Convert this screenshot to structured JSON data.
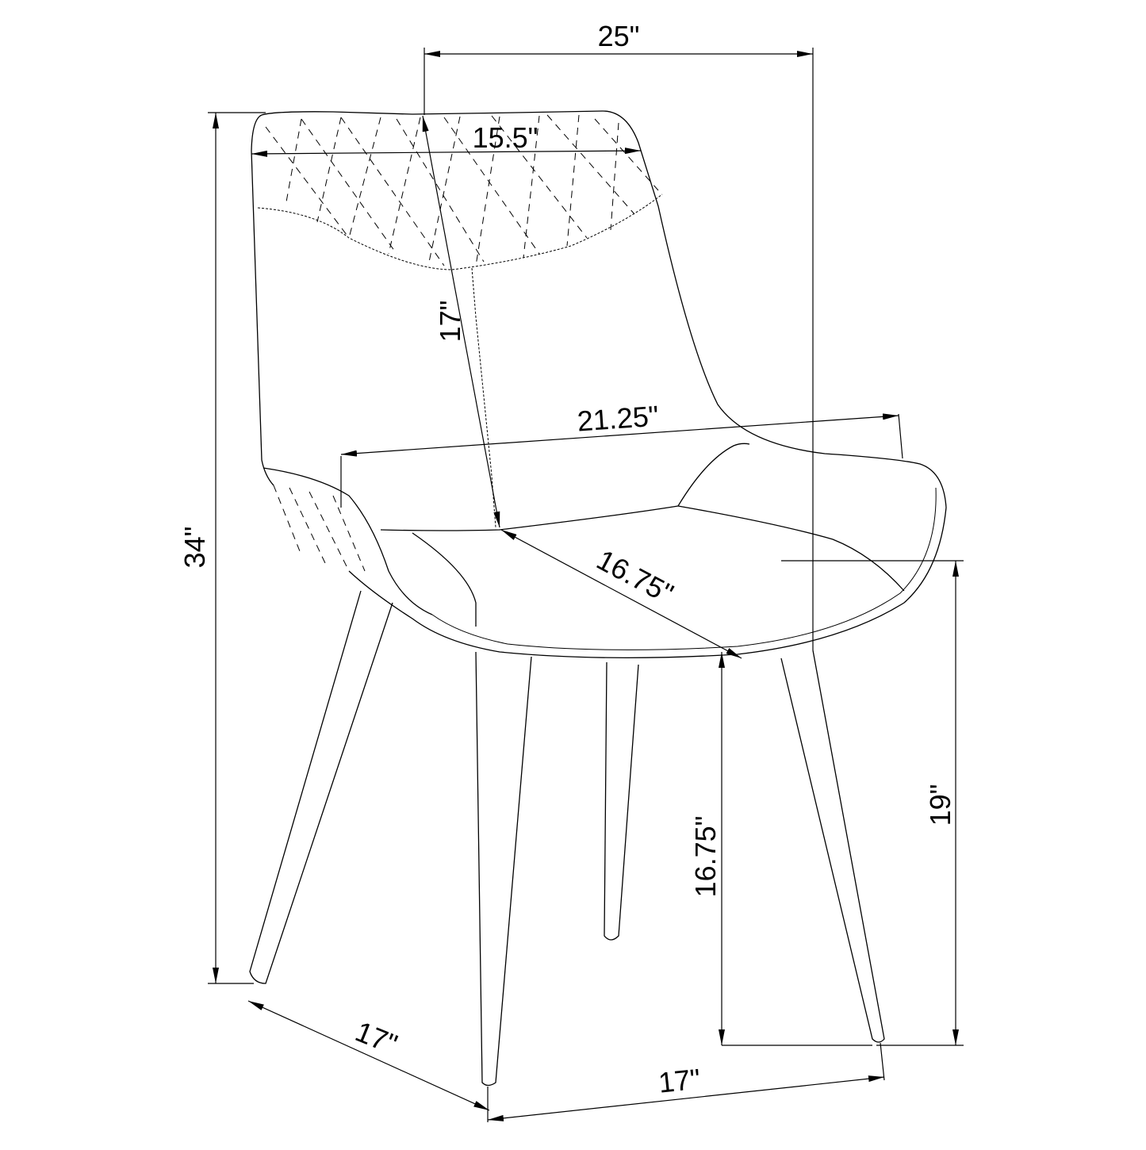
{
  "drawing": {
    "subject": "Dining chair dimension diagram",
    "background_color": "#ffffff",
    "line_color": "#000000"
  },
  "dimensions": {
    "overall_width": "25\"",
    "back_width": "15.5\"",
    "back_height": "17\"",
    "seat_width": "21.25\"",
    "seat_depth": "16.75\"",
    "overall_height": "34\"",
    "seat_height": "19\"",
    "clearance_height": "16.75\"",
    "leg_span_side": "17\"",
    "leg_span_front": "17\""
  }
}
